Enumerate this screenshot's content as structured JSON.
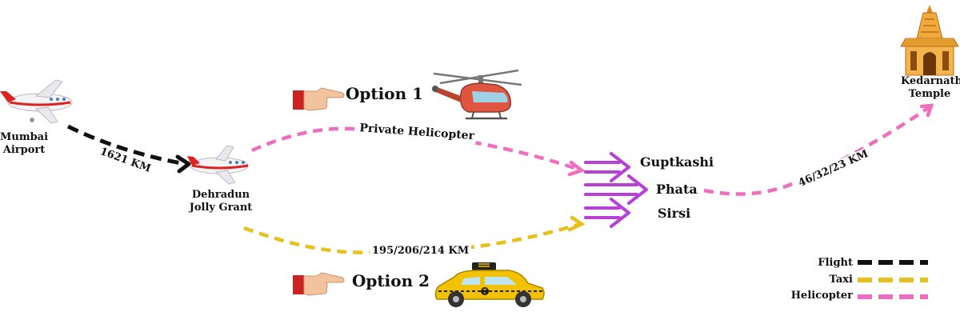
{
  "nodes": {
    "mumbai": [
      "Mumbai",
      "Airport"
    ],
    "dehradun": [
      "Dehradun",
      "Jolly Grant"
    ],
    "kedarnath": [
      "Kedarnath",
      "Temple"
    ]
  },
  "options": {
    "option1": "Option 1",
    "option2": "Option 2"
  },
  "route_labels": {
    "flight_distance": "1621 KM",
    "helicopter_route": "Private Helicopter",
    "taxi_distance": "195/206/214 KM",
    "trek_distance": "46/32/23 KM"
  },
  "destinations": [
    "Guptkashi",
    "Phata",
    "Sirsi"
  ],
  "legend": [
    {
      "label": "Flight",
      "color": "#111111"
    },
    {
      "label": "Taxi",
      "color": "#e8c01c"
    },
    {
      "label": "Helicopter",
      "color": "#ee6ec0"
    }
  ],
  "colors": {
    "flight": "#111111",
    "taxi": "#e8c01c",
    "helicopter": "#ee6ec0",
    "arrows": "#b640d8"
  },
  "icons": [
    "airplane-icon",
    "helicopter-icon",
    "taxi-icon",
    "pointing-hand-icon",
    "temple-icon"
  ]
}
